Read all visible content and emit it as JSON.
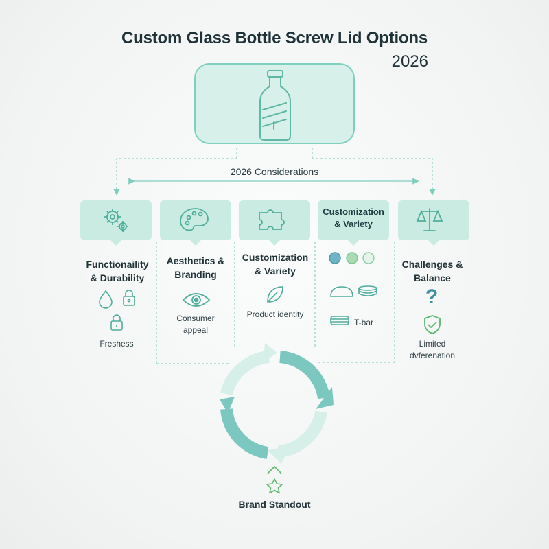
{
  "title": "Custom Glass Bottle Screw Lid Options",
  "year": "2026",
  "considerations_label": "2026 Considerations",
  "columns": [
    {
      "label": "Functionaility\n& Durability",
      "icon": "gears-icon",
      "items": [
        "Freshess"
      ]
    },
    {
      "label": "Aesthetics &\nBranding",
      "icon": "palette-icon",
      "items": [
        "Consumer\nappeal"
      ]
    },
    {
      "label": "Customization\n& Variety",
      "icon": "puzzle-icon",
      "items": [
        "Product identity"
      ]
    },
    {
      "label": "Customization\n& Variety",
      "icon": "none",
      "items": [
        "T-bar"
      ]
    },
    {
      "label": "Challenges &\nBalance",
      "icon": "scales-icon",
      "items": [
        "Limited\ndvferenation"
      ]
    }
  ],
  "outcome_label": "Brand Standout",
  "colors": {
    "accent": "#7fcfbe",
    "accent_fill": "#c9ebe2",
    "cycle_dark": "#7cc7c0",
    "cycle_light": "#d6efe9",
    "dot_blue": "#6fb4c6",
    "dot_green": "#a9dcb3"
  }
}
